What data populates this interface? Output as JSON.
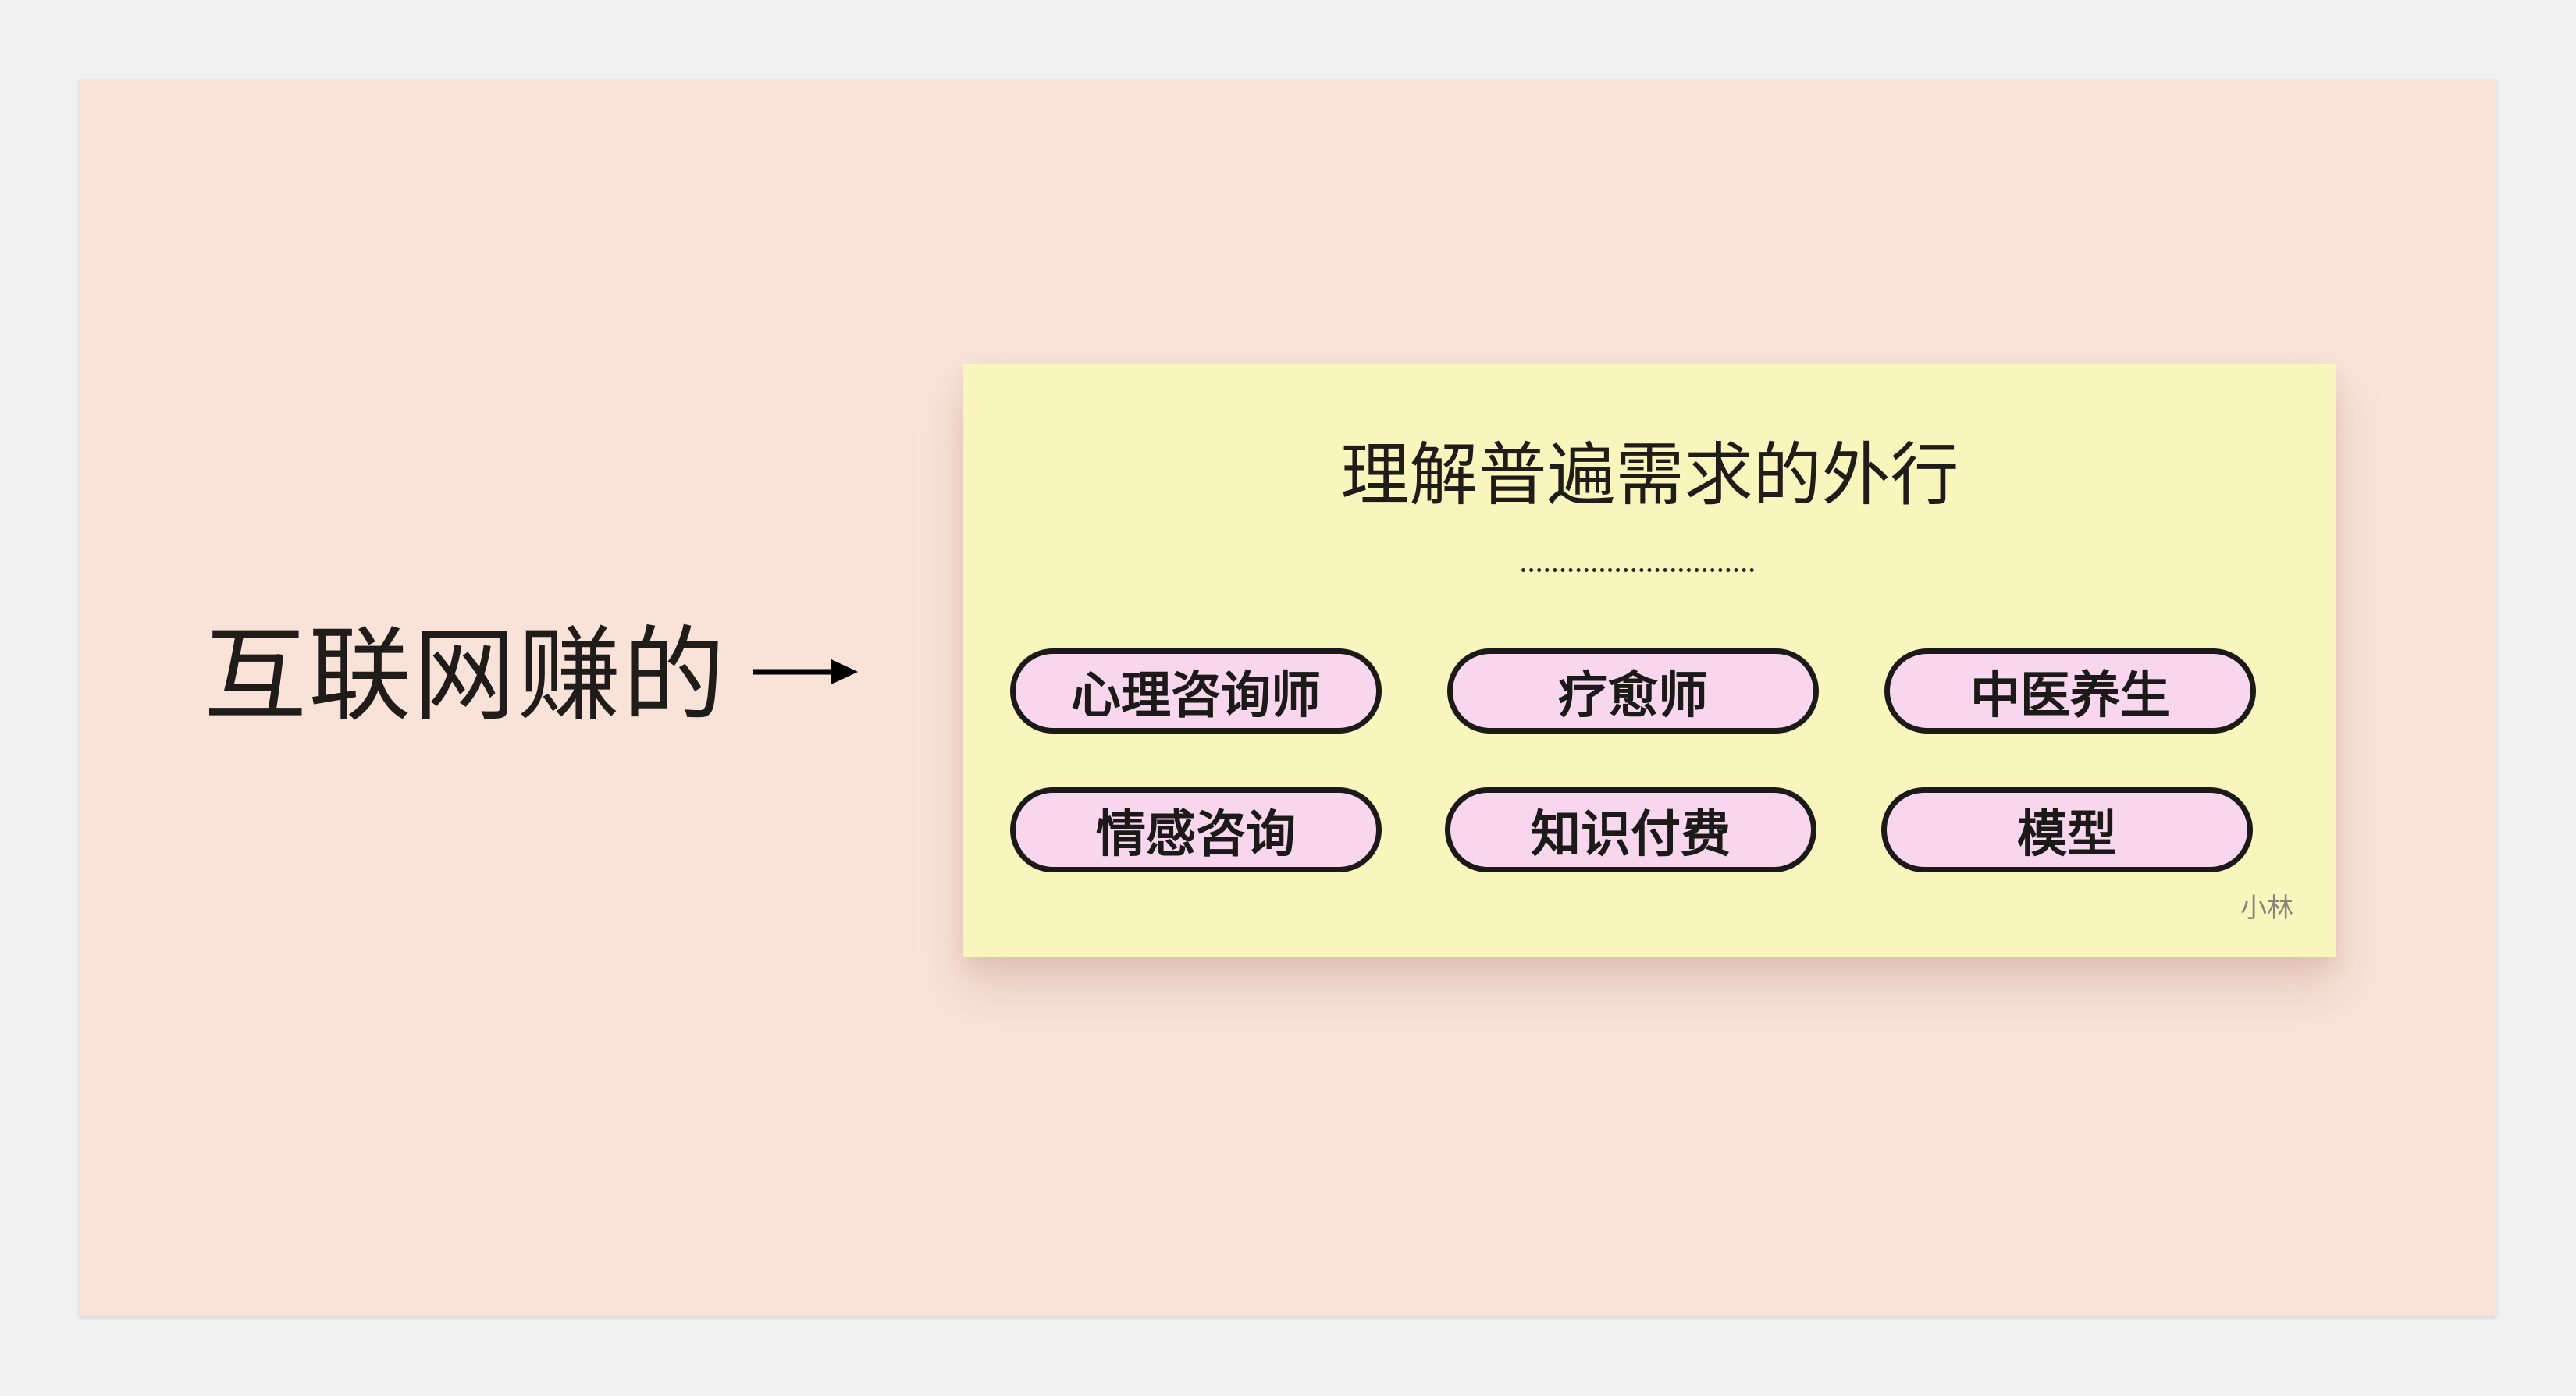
{
  "slide": {
    "lead_text": "互联网赚的",
    "arrow_icon": "right-arrow-icon"
  },
  "card": {
    "title": "理解普遍需求的外行",
    "tags": [
      "心理咨询师",
      "疗愈师",
      "中医养生",
      "情感咨询",
      "知识付费",
      "模型"
    ],
    "signature": "小林"
  },
  "colors": {
    "page_background": "#f2f1f1",
    "slide_background": "#f9e3d9",
    "card_background": "#f9f6bd",
    "pill_fill": "#f7d6ee",
    "pill_border": "#1c1a18",
    "text": "#1f1c1a"
  }
}
